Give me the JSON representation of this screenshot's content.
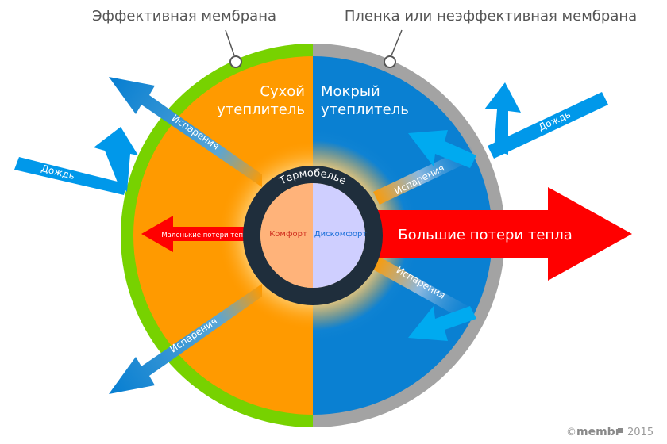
{
  "captions": {
    "effective_membrane": "Эффективная мембрана",
    "film_or_ineffective_membrane": "Пленка или неэффективная мембрана"
  },
  "halves": {
    "dry": {
      "line1": "Сухой",
      "line2": "утеплитель"
    },
    "wet": {
      "line1": "Мокрый",
      "line2": "утеплитель"
    }
  },
  "core": {
    "ring_label": "Термобелье",
    "comfort": "Комфорт",
    "discomfort": "Дискомфорт"
  },
  "arrows": {
    "evaporation": "Испарения",
    "rain": "Дождь",
    "small_heat_loss": "Маленькие потери тепла",
    "big_heat_loss": "Большие потери тепла"
  },
  "footer": {
    "copyright": "©",
    "brand": "membr",
    "year": "2015"
  },
  "colors": {
    "dry": "#ff9a00",
    "wet": "#0a80d2",
    "effective_rim": "#77d200",
    "ineffective_rim": "#a3a3a3",
    "ring": "#1f2e3c",
    "comfort_core": "#ffb37a",
    "discomfort_core": "#cfcfff",
    "blue_arrow": "#0098ea",
    "heat_red": "#ff0000"
  }
}
